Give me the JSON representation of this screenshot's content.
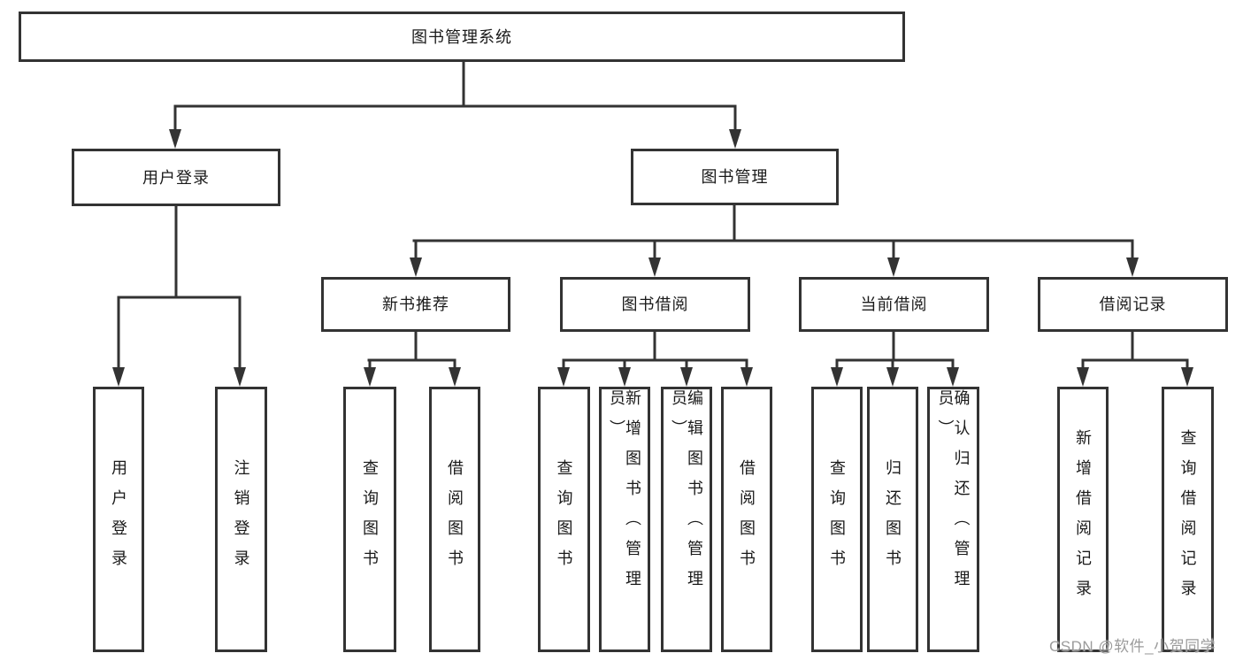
{
  "diagram": {
    "root": {
      "label": "图书管理系统"
    },
    "login": {
      "label": "用户登录",
      "children": [
        {
          "label": "用户登录"
        },
        {
          "label": "注销登录"
        }
      ]
    },
    "management": {
      "label": "图书管理",
      "sections": [
        {
          "label": "新书推荐",
          "children": [
            {
              "label": "查询图书"
            },
            {
              "label": "借阅图书"
            }
          ]
        },
        {
          "label": "图书借阅",
          "children": [
            {
              "label": "查询图书"
            },
            {
              "label": "新增图书（管理员）"
            },
            {
              "label": "编辑图书（管理员）"
            },
            {
              "label": "借阅图书"
            }
          ]
        },
        {
          "label": "当前借阅",
          "children": [
            {
              "label": "查询图书"
            },
            {
              "label": "归还图书"
            },
            {
              "label": "确认归还（管理员）"
            }
          ]
        },
        {
          "label": "借阅记录",
          "children": [
            {
              "label": "新增借阅记录"
            },
            {
              "label": "查询借阅记录"
            }
          ]
        }
      ]
    }
  },
  "watermark": {
    "text": "CSDN @软件_小贺同学"
  },
  "colors": {
    "line": "#333333",
    "box_border": "#333333",
    "text": "#1a1a1a",
    "watermark": "#9b9b9b",
    "background": "#ffffff"
  }
}
